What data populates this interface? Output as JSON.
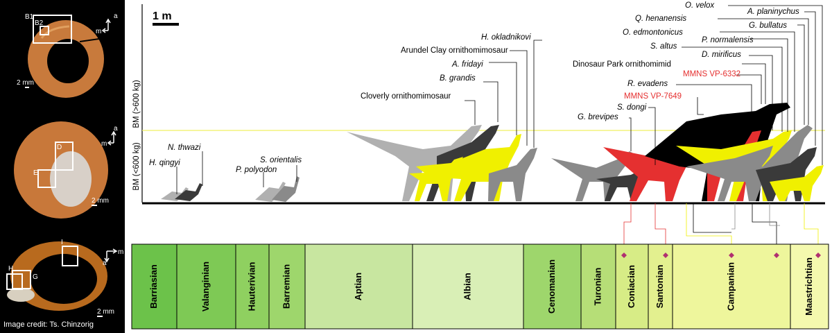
{
  "credit": "Image credit: Ts. Chinzorig",
  "scale_bar": "1 m",
  "axis": {
    "upper": "BM (>600 kg)",
    "lower": "BM (<600 kg)"
  },
  "micro": {
    "panel1": {
      "b1": "B1",
      "b2": "B2",
      "scale": "2 mm",
      "dir_m": "m",
      "dir_a": "a"
    },
    "panel2": {
      "d": "D",
      "e": "E",
      "scale": "2 mm",
      "dir_m": "m",
      "dir_a": "a"
    },
    "panel3": {
      "h": "H",
      "g": "G",
      "i": "I",
      "scale": "2 mm",
      "dir_m": "m",
      "dir_a": "a"
    }
  },
  "taxa": {
    "h_qingyi": "H. qingyi",
    "n_thwazi": "N. thwazi",
    "p_polyodon": "P. polyodon",
    "s_orientalis": "S. orientalis",
    "cloverly": "Cloverly ornithomimosaur",
    "b_grandis": "B. grandis",
    "a_fridayi": "A. fridayi",
    "arundel": "Arundel Clay ornithomimosaur",
    "h_okladnikovi": "H. okladnikovi",
    "g_brevipes": "G. brevipes",
    "s_dongi": "S. dongi",
    "mmns_7649": "MMNS VP-7649",
    "r_evadens": "R. evadens",
    "mmns_6332": "MMNS VP-6332",
    "dinosaur_park": "Dinosaur Park ornithomimid",
    "d_mirificus": "D. mirificus",
    "s_altus": "S. altus",
    "p_normalensis": "P. normalensis",
    "o_edmontonicus": "O. edmontonicus",
    "g_bullatus": "G. bullatus",
    "q_henanensis": "Q. henanensis",
    "a_planinychus": "A. planinychus",
    "o_velox": "O. velox"
  },
  "stages": [
    "Barriasian",
    "Valanginian",
    "Hauterivian",
    "Barremian",
    "Aptian",
    "Albian",
    "Cenomanian",
    "Turonian",
    "Coniacian",
    "Santonian",
    "Campanian",
    "Maastrichtian"
  ],
  "colors": {
    "stage_fills": [
      "#6cc24a",
      "#7ec955",
      "#8fd060",
      "#9ed66c",
      "#c8e6a0",
      "#d9efb6",
      "#9ed66c",
      "#b6de77",
      "#d7ec86",
      "#e3f08f",
      "#eef69c",
      "#f4f9ae"
    ],
    "highlight_red": "#e53030",
    "highlight_yellow": "#f0f000",
    "grey_light": "#b0b0b0",
    "grey_mid": "#8a8a8a",
    "grey_dark": "#3a3a3a"
  }
}
